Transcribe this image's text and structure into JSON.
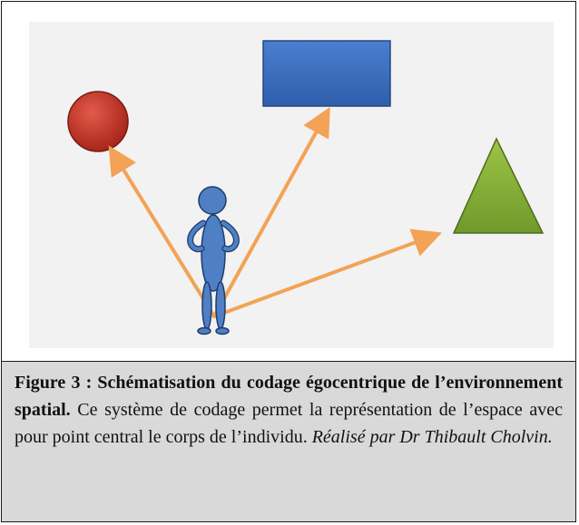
{
  "figure": {
    "colors": {
      "background": "#f2f2f2",
      "circle": "#c0392b",
      "rectangle": "#3c6fc0",
      "triangle": "#8db03a",
      "arrows": "#f3a256",
      "person": "#4f7fc4"
    },
    "shapes": [
      "red-circle",
      "blue-rectangle",
      "green-triangle",
      "person-figure"
    ],
    "arrow_count": 3
  },
  "caption": {
    "title": "Figure 3 : Schématisation du codage égocentrique de l’environnement spatial.",
    "body": " Ce système de codage permet la représentation de l’espace avec pour point central le corps de l’individu. ",
    "credit": "Réalisé par Dr Thibault Cholvin."
  }
}
